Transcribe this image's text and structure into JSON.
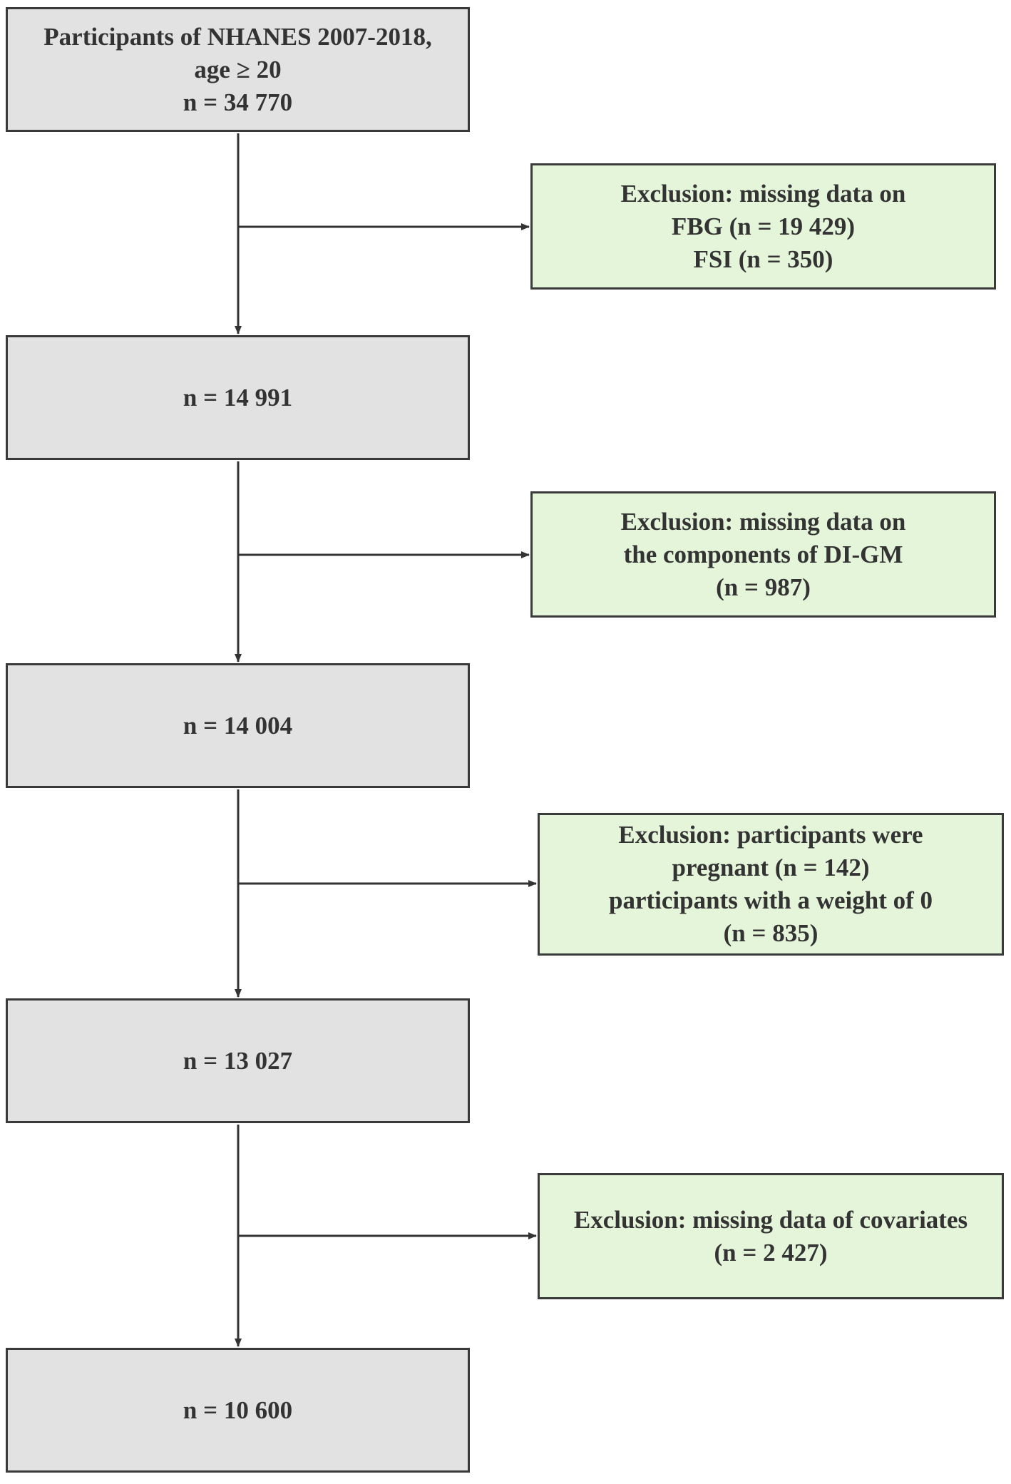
{
  "colors": {
    "main_fill": "#e2e2e2",
    "exclusion_fill": "#e4f5da",
    "border": "#3a3a3a",
    "arrow": "#333333"
  },
  "main_boxes": [
    {
      "lines": [
        "Participants of NHANES 2007-2018,",
        "age ≥ 20",
        "n = 34 770"
      ]
    },
    {
      "lines": [
        "n = 14 991"
      ]
    },
    {
      "lines": [
        "n = 14 004"
      ]
    },
    {
      "lines": [
        "n = 13 027"
      ]
    },
    {
      "lines": [
        "n = 10 600"
      ]
    }
  ],
  "exclusion_boxes": [
    {
      "lines": [
        "Exclusion: missing data on",
        "FBG (n = 19 429)",
        "FSI (n = 350)"
      ]
    },
    {
      "lines": [
        "Exclusion: missing data on",
        "the components of DI-GM",
        "(n = 987)"
      ]
    },
    {
      "lines": [
        "Exclusion: participants were",
        "pregnant (n = 142)",
        "participants with a weight of 0",
        "(n = 835)"
      ]
    },
    {
      "lines": [
        "Exclusion: missing data of covariates",
        "(n = 2 427)"
      ]
    }
  ]
}
